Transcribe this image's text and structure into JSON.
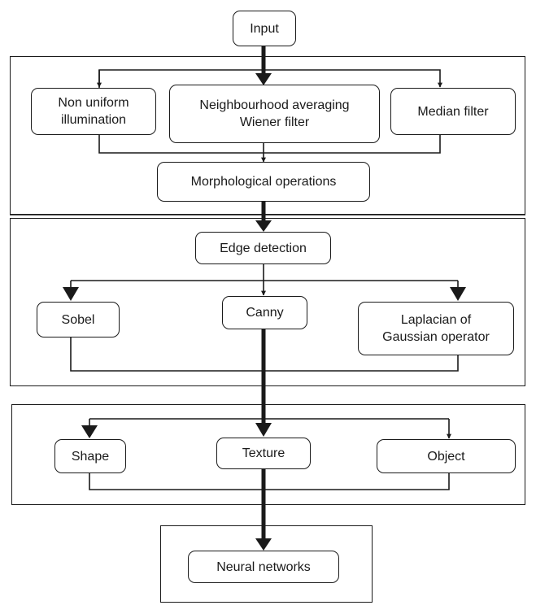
{
  "nodes": {
    "input": "Input",
    "non_uniform": "Non uniform\nillumination",
    "neighbourhood": "Neighbourhood averaging\nWiener filter",
    "median": "Median  filter",
    "morphological": "Morphological  operations",
    "edge_detection": "Edge  detection",
    "sobel": "Sobel",
    "canny": "Canny",
    "laplacian": "Laplacian of\nGaussian operator",
    "shape": "Shape",
    "texture": "Texture",
    "object": "Object",
    "neural_networks": "Neural networks"
  },
  "colors": {
    "line": "#1a1a1a",
    "background": "#ffffff"
  }
}
